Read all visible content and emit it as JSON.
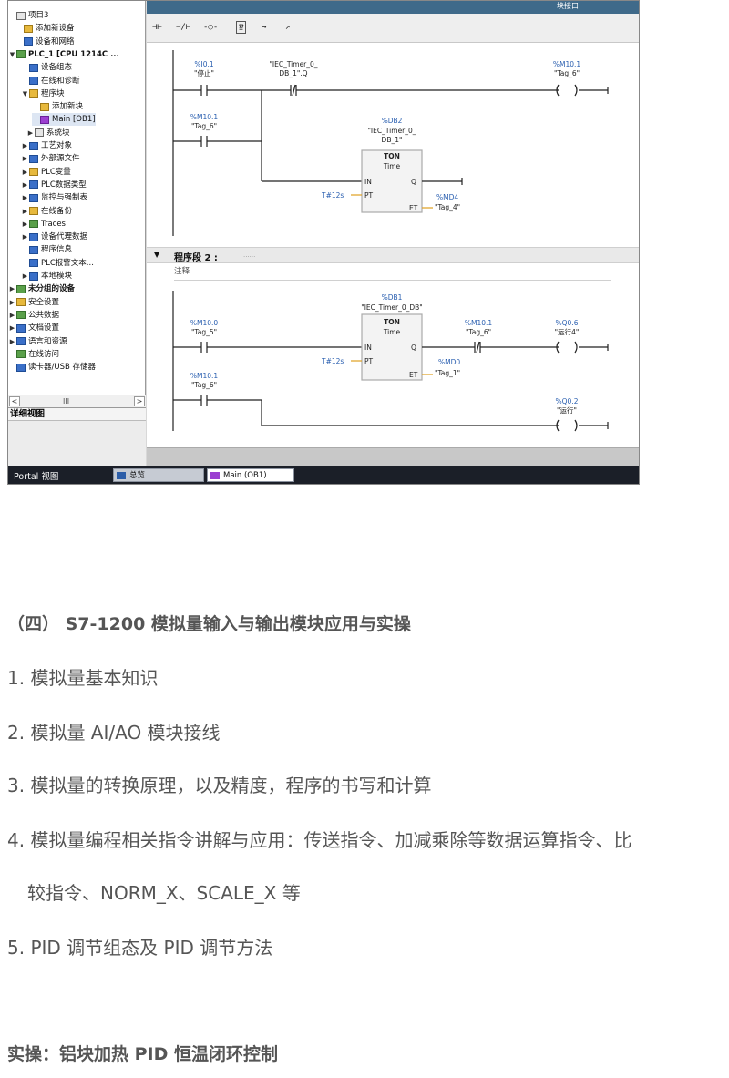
{
  "window": {
    "title_fragment": "块接口"
  },
  "tree": {
    "items": [
      {
        "label": "项目3",
        "arrow": "",
        "icon": "w"
      },
      {
        "label": "添加新设备",
        "arrow": "",
        "icon": "y"
      },
      {
        "label": "设备和网络",
        "arrow": "",
        "icon": "b"
      },
      {
        "label": "PLC_1 [CPU 1214C ...",
        "arrow": "▼",
        "icon": "g",
        "bold": true
      },
      {
        "label": "设备组态",
        "arrow": "",
        "icon": "b"
      },
      {
        "label": "在线和诊断",
        "arrow": "",
        "icon": "b"
      },
      {
        "label": "程序块",
        "arrow": "▼",
        "icon": "y"
      },
      {
        "label": "添加新块",
        "arrow": "",
        "icon": "y"
      },
      {
        "label": "Main [OB1]",
        "arrow": "",
        "icon": "p",
        "selected": true
      },
      {
        "label": "系统块",
        "arrow": "▶",
        "icon": "w"
      },
      {
        "label": "工艺对象",
        "arrow": "▶",
        "icon": "b"
      },
      {
        "label": "外部源文件",
        "arrow": "▶",
        "icon": "b"
      },
      {
        "label": "PLC变量",
        "arrow": "▶",
        "icon": "y"
      },
      {
        "label": "PLC数据类型",
        "arrow": "▶",
        "icon": "b"
      },
      {
        "label": "监控与强制表",
        "arrow": "▶",
        "icon": "b"
      },
      {
        "label": "在线备份",
        "arrow": "▶",
        "icon": "y"
      },
      {
        "label": "Traces",
        "arrow": "▶",
        "icon": "g"
      },
      {
        "label": "设备代理数据",
        "arrow": "▶",
        "icon": "b"
      },
      {
        "label": "程序信息",
        "arrow": "",
        "icon": "b"
      },
      {
        "label": "PLC报警文本...",
        "arrow": "",
        "icon": "b"
      },
      {
        "label": "本地模块",
        "arrow": "▶",
        "icon": "b"
      },
      {
        "label": "未分组的设备",
        "arrow": "▶",
        "icon": "g",
        "bold": true
      },
      {
        "label": "安全设置",
        "arrow": "▶",
        "icon": "y"
      },
      {
        "label": "公共数据",
        "arrow": "▶",
        "icon": "g"
      },
      {
        "label": "文档设置",
        "arrow": "▶",
        "icon": "b"
      },
      {
        "label": "语言和资源",
        "arrow": "▶",
        "icon": "b"
      },
      {
        "label": "在线访问",
        "arrow": "",
        "icon": "g"
      },
      {
        "label": "读卡器/USB 存储器",
        "arrow": "",
        "icon": "b"
      }
    ],
    "scroll_marker": "III"
  },
  "detail_view": {
    "title": "详细视图"
  },
  "toolbar": {
    "buttons": [
      "⊣⊢",
      "⊣/⊢",
      "-○-",
      "⁇",
      "↦",
      "↗"
    ]
  },
  "ladder": {
    "rung1": {
      "c1_addr": "%I0.1",
      "c1_tag": "\"停止\"",
      "c2_addr": "\"IEC_Timer_0_",
      "c2_addr2": "DB_1\".Q",
      "coil_addr": "%M10.1",
      "coil_tag": "\"Tag_6\"",
      "c3_addr": "%M10.1",
      "c3_tag": "\"Tag_6\"",
      "timer_db": "%DB2",
      "timer_name": "\"IEC_Timer_0_",
      "timer_name2": "DB_1\"",
      "timer_type": "TON",
      "timer_sub": "Time",
      "pin_in": "IN",
      "pin_q": "Q",
      "pin_pt": "PT",
      "pin_et": "ET",
      "pt_value": "T#12s",
      "et_addr": "%MD4",
      "et_tag": "\"Tag_4\""
    },
    "segment2": {
      "label": "程序段 2 :",
      "dots": "......",
      "comment": "注释"
    },
    "rung2": {
      "timer_db": "%DB1",
      "timer_name": "\"IEC_Timer_0_DB\"",
      "timer_type": "TON",
      "timer_sub": "Time",
      "pin_in": "IN",
      "pin_q": "Q",
      "pin_pt": "PT",
      "pin_et": "ET",
      "c1_addr": "%M10.0",
      "c1_tag": "\"Tag_5\"",
      "pt_value": "T#12s",
      "nc_addr": "%M10.1",
      "nc_tag": "\"Tag_6\"",
      "coil1_addr": "%Q0.6",
      "coil1_tag": "\"运行4\"",
      "et_addr": "%MD0",
      "et_tag": "\"Tag_1\"",
      "c2_addr": "%M10.1",
      "c2_tag": "\"Tag_6\"",
      "coil2_addr": "%Q0.2",
      "coil2_tag": "\"运行\""
    }
  },
  "taskbar": {
    "portal": "Portal 视图",
    "tab1": "总览",
    "tab2": "Main (OB1)"
  },
  "document": {
    "heading": "（四） S7-1200 模拟量输入与输出模块应用与实操",
    "items": [
      "1. 模拟量基本知识",
      "2. 模拟量 AI/AO 模块接线",
      "3. 模拟量的转换原理，以及精度，程序的书写和计算",
      "4. 模拟量编程相关指令讲解与应用：传送指令、加减乘除等数据运算指令、比",
      "较指令、NORM_X、SCALE_X 等",
      "5. PID 调节组态及 PID 调节方法"
    ],
    "practice": "实操：铝块加热 PID 恒温闭环控制"
  }
}
